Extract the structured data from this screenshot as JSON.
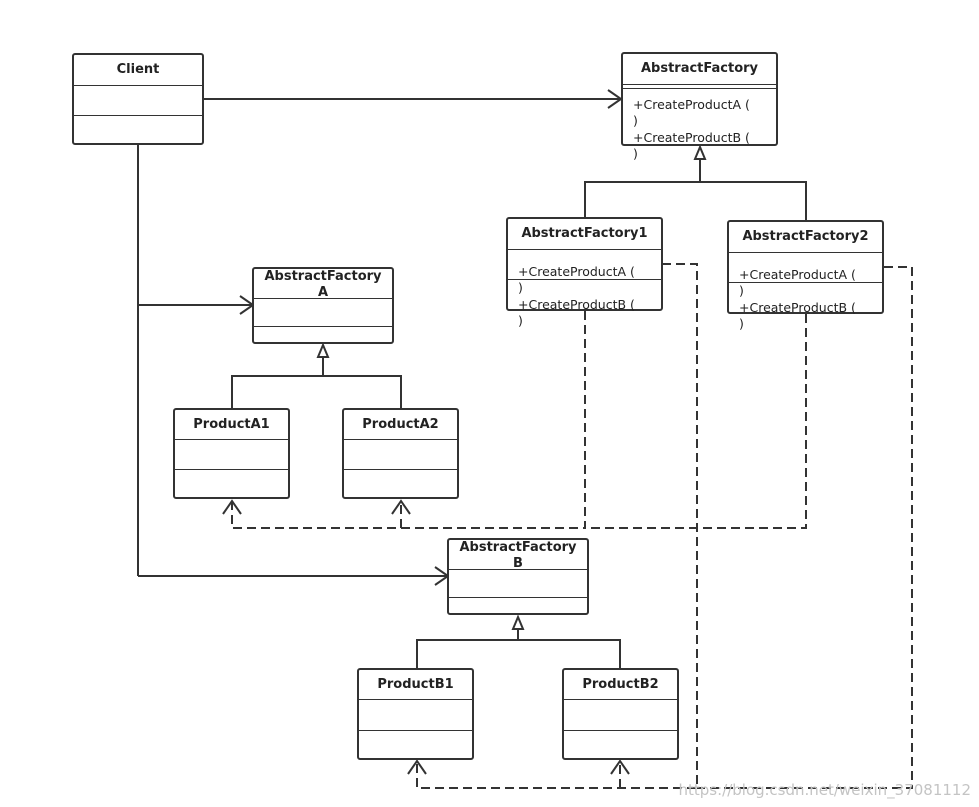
{
  "diagram": {
    "classes": {
      "client": {
        "name": "Client"
      },
      "abstract_factory": {
        "name": "AbstractFactory",
        "methods": [
          "+CreateProductA (\n)",
          "+CreateProductB (\n)"
        ]
      },
      "abstract_factory_1": {
        "name": "AbstractFactory1",
        "methods": [
          "+CreateProductA (\n)",
          "+CreateProductB (\n)"
        ]
      },
      "abstract_factory_2": {
        "name": "AbstractFactory2",
        "methods": [
          "+CreateProductA (\n)",
          "+CreateProductB (\n)"
        ]
      },
      "abstract_factory_a": {
        "name": "AbstractFactory\nA"
      },
      "product_a1": {
        "name": "ProductA1"
      },
      "product_a2": {
        "name": "ProductA2"
      },
      "abstract_factory_b": {
        "name": "AbstractFactory\nB"
      },
      "product_b1": {
        "name": "ProductB1"
      },
      "product_b2": {
        "name": "ProductB2"
      }
    },
    "colors": {
      "line": "#333333",
      "watermark": "#c4c4c4"
    }
  },
  "watermark": "https://blog.csdn.net/weixin_37081112"
}
